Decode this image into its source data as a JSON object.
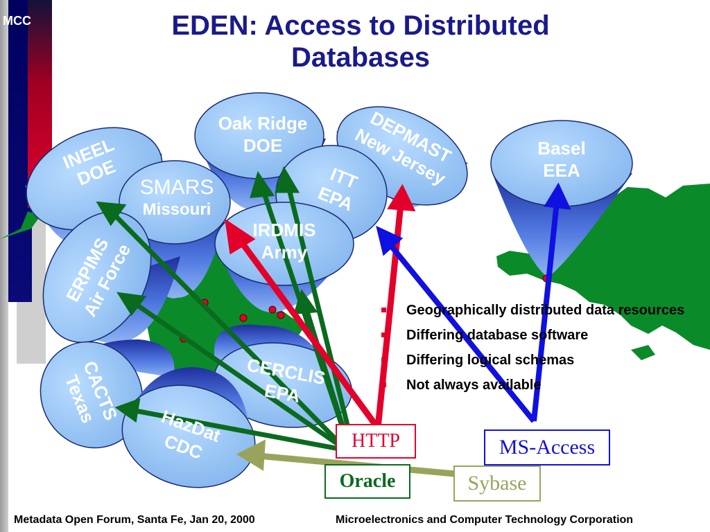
{
  "header": {
    "corner_label": "MCC",
    "title": "EDEN:  Access to Distributed Databases"
  },
  "databases": [
    {
      "id": "ineel",
      "line1": "INEEL",
      "line2": "DOE"
    },
    {
      "id": "oak-ridge",
      "line1": "Oak Ridge",
      "line2": "DOE"
    },
    {
      "id": "depmast",
      "line1": "DEPMAST",
      "line2": "New Jersey"
    },
    {
      "id": "itt",
      "line1": "ITT",
      "line2": "EPA"
    },
    {
      "id": "smars",
      "line1": "SMARS",
      "line2": "Missouri"
    },
    {
      "id": "irdmis",
      "line1": "IRDMIS",
      "line2": "Army"
    },
    {
      "id": "erpims",
      "line1": "ERPIMS",
      "line2": "Air Force"
    },
    {
      "id": "cerclis",
      "line1": "CERCLIS",
      "line2": "EPA"
    },
    {
      "id": "cacts",
      "line1": "CACTS",
      "line2": "Texas"
    },
    {
      "id": "hazdat",
      "line1": "HazDat",
      "line2": "CDC"
    },
    {
      "id": "basel",
      "line1": "Basel",
      "line2": "EEA"
    }
  ],
  "bullets": [
    "Geographically distributed data resources",
    "Differing database software",
    "Differing logical schemas",
    "Not always available"
  ],
  "systems": {
    "http": "HTTP",
    "ms_access": "MS-Access",
    "oracle": "Oracle",
    "sybase": "Sybase"
  },
  "footer": {
    "left": "Metadata Open Forum, Santa Fe, Jan 20, 2000",
    "right": "Microelectronics and Computer Technology Corporation"
  },
  "colors": {
    "title": "#1a1a8c",
    "http": "#e3002b",
    "ms_access": "#1010e0",
    "oracle": "#0a6a1e",
    "sybase": "#9aa35c",
    "cylinder_top": "#9cc9f5",
    "map_green": "#0b8a2a"
  }
}
